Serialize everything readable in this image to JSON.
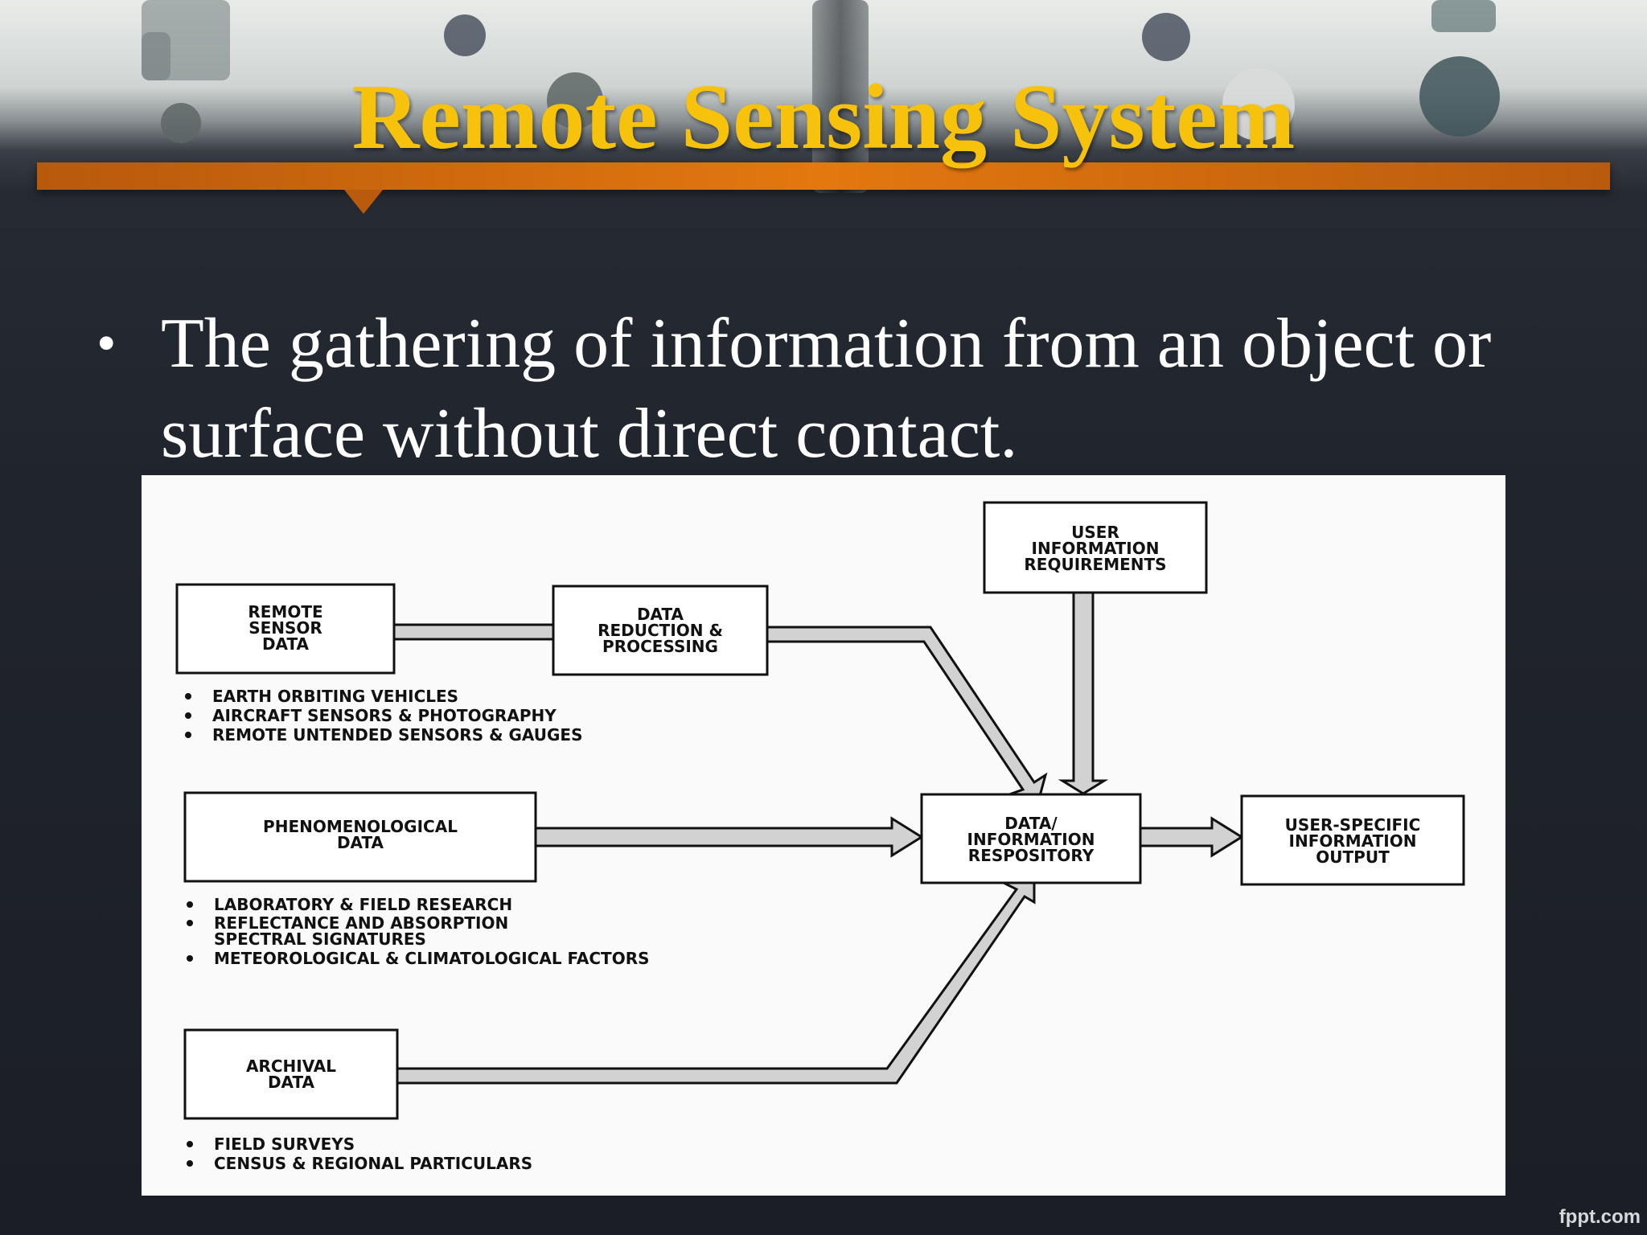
{
  "slide": {
    "title": "Remote Sensing System",
    "bullet": "The gathering of information from an object or surface without direct contact.",
    "watermark": "fppt.com",
    "colors": {
      "title": "#f6c20c",
      "accent_bar": "#e3780f",
      "background": "#20242c"
    }
  },
  "diagram": {
    "boxes": {
      "remote_sensor": [
        "REMOTE",
        "SENSOR",
        "DATA"
      ],
      "reduction": [
        "DATA",
        "REDUCTION &",
        "PROCESSING"
      ],
      "user_requirements": [
        "USER",
        "INFORMATION",
        "REQUIREMENTS"
      ],
      "phenomenological": [
        "PHENOMENOLOGICAL",
        "DATA"
      ],
      "repository": [
        "DATA/",
        "INFORMATION",
        "RESPOSITORY"
      ],
      "output": [
        "USER-SPECIFIC",
        "INFORMATION",
        "OUTPUT"
      ],
      "archival": [
        "ARCHIVAL",
        "DATA"
      ]
    },
    "lists": {
      "remote_sensor": [
        "EARTH ORBITING VEHICLES",
        "AIRCRAFT SENSORS & PHOTOGRAPHY",
        "REMOTE UNTENDED SENSORS & GAUGES"
      ],
      "phenomenological": [
        "LABORATORY & FIELD RESEARCH",
        "REFLECTANCE AND ABSORPTION",
        "SPECTRAL SIGNATURES",
        "METEOROLOGICAL & CLIMATOLOGICAL FACTORS"
      ],
      "archival": [
        "FIELD SURVEYS",
        "CENSUS & REGIONAL PARTICULARS"
      ]
    }
  }
}
